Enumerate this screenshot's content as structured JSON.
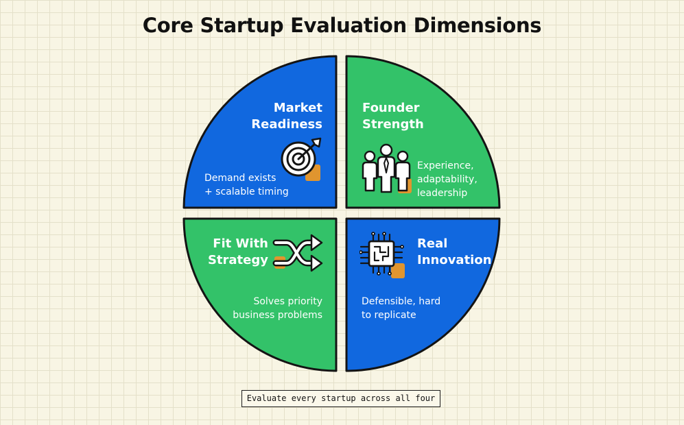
{
  "title": "Core Startup Evaluation Dimensions",
  "colors": {
    "blue": "#1168df",
    "green": "#33c269",
    "outline": "#141414",
    "accent": "#e0952f",
    "background": "#f8f5e4"
  },
  "quadrants": [
    {
      "id": "market-readiness",
      "color": "blue",
      "heading_lines": [
        "Market",
        "Readiness"
      ],
      "desc_lines": [
        "Demand exists",
        "+ scalable timing"
      ],
      "icon": "target-icon"
    },
    {
      "id": "founder-strength",
      "color": "green",
      "heading_lines": [
        "Founder",
        "Strength"
      ],
      "desc_lines": [
        "Experience,",
        "adaptability,",
        "leadership"
      ],
      "icon": "team-icon"
    },
    {
      "id": "fit-with-strategy",
      "color": "green",
      "heading_lines": [
        "Fit With",
        "Strategy"
      ],
      "desc_lines": [
        "Solves priority",
        "business problems"
      ],
      "icon": "shuffle-arrows-icon"
    },
    {
      "id": "real-innovation",
      "color": "blue",
      "heading_lines": [
        "Real",
        "Innovation"
      ],
      "desc_lines": [
        "Defensible, hard",
        "to replicate"
      ],
      "icon": "chip-icon"
    }
  ],
  "footer": "Evaluate every startup across all four"
}
